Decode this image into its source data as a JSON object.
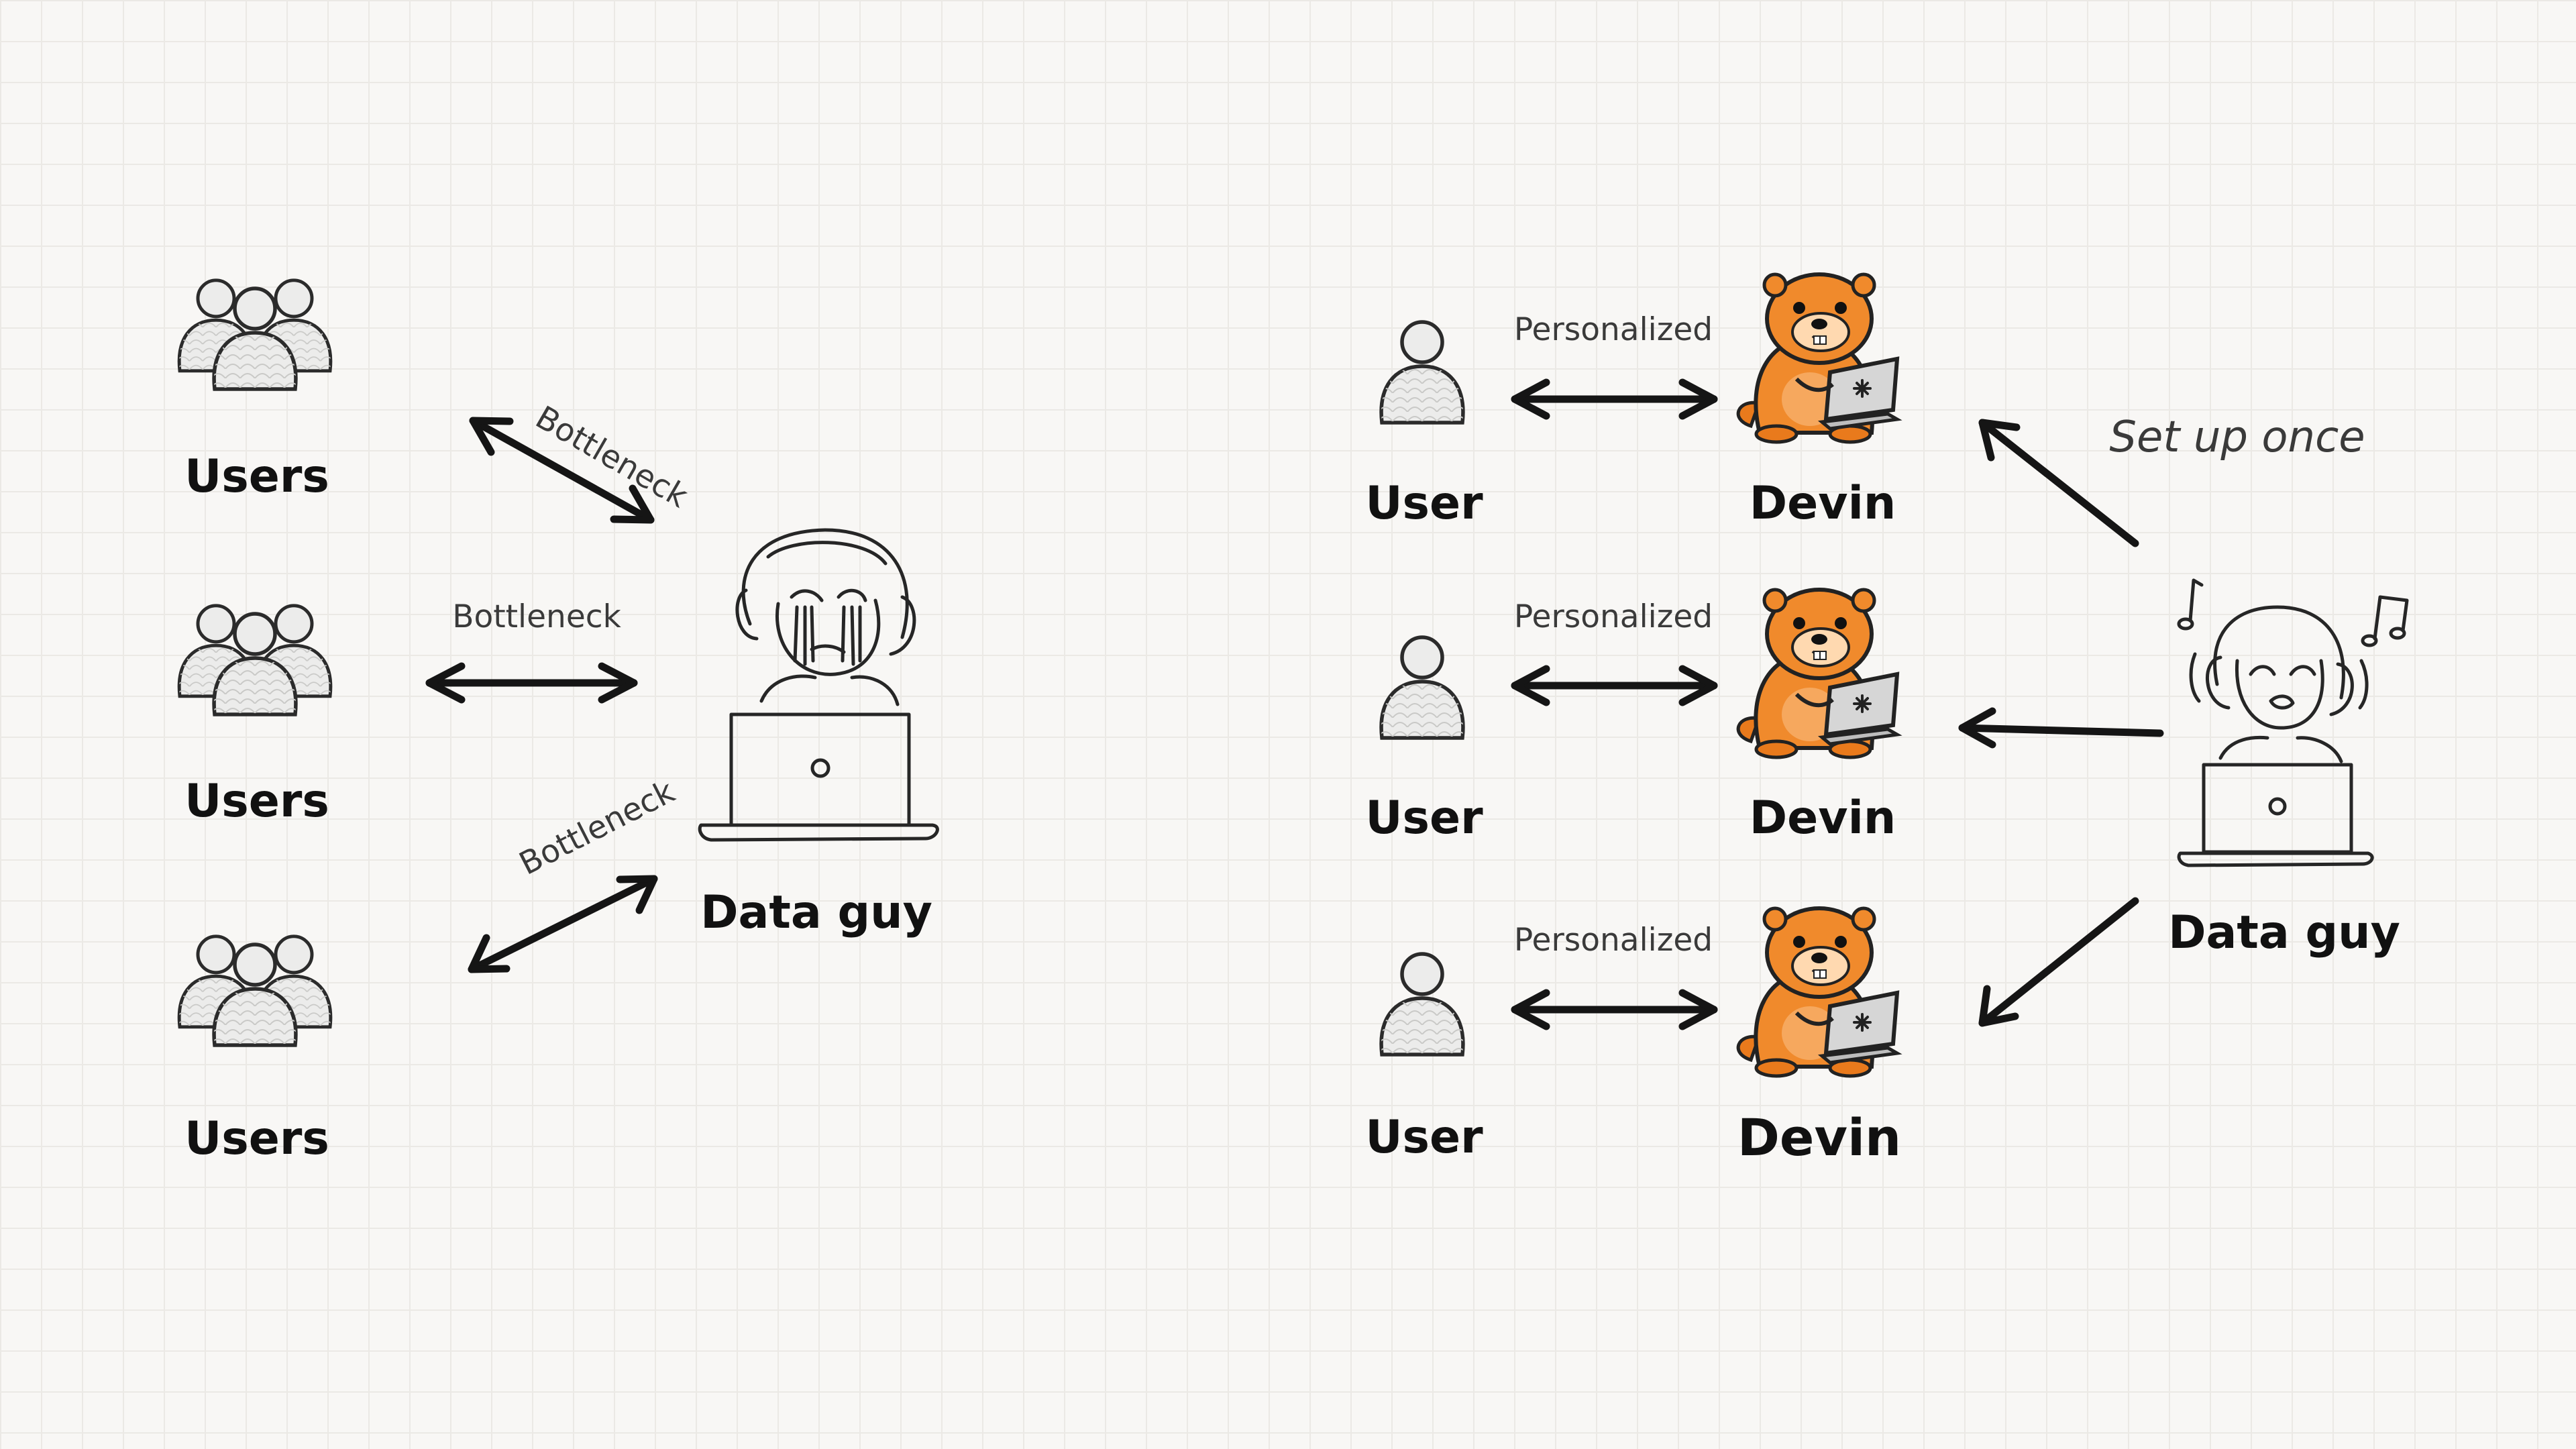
{
  "left": {
    "groups": [
      {
        "label": "Users",
        "link_label": "Bottleneck"
      },
      {
        "label": "Users",
        "link_label": "Bottleneck"
      },
      {
        "label": "Users",
        "link_label": "Bottleneck"
      }
    ],
    "hub_label": "Data guy"
  },
  "right": {
    "rows": [
      {
        "user_label": "User",
        "agent_label": "Devin",
        "link_label": "Personalized"
      },
      {
        "user_label": "User",
        "agent_label": "Devin",
        "link_label": "Personalized"
      },
      {
        "user_label": "User",
        "agent_label": "Devin",
        "link_label": "Personalized"
      }
    ],
    "note": "Set up once",
    "hub_label": "Data guy"
  },
  "colors": {
    "background": "#f8f7f5",
    "grid": "#ebe9e5",
    "ink": "#151515",
    "devin_orange": "#f08a2c"
  },
  "icons": [
    "users-group-icon",
    "user-icon",
    "devin-otter-icon",
    "crying-person-laptop-icon",
    "happy-person-laptop-icon",
    "music-note-icon"
  ]
}
